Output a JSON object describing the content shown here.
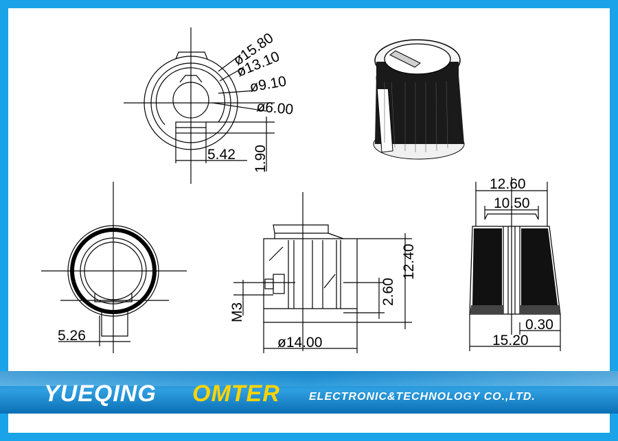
{
  "colors": {
    "border": "#1aa3e8",
    "banner_dark": "#0a7fc8",
    "banner_light": "#6cc6f2",
    "accent": "#ffd400"
  },
  "dimensions": {
    "d1": "ø15.80",
    "d2": "ø13.10",
    "d3": "ø9.10",
    "d4": "ø6.00",
    "w_542": "5.42",
    "h_190": "1.90",
    "w_526": "5.26",
    "h_260": "2.60",
    "h_1240": "12.40",
    "m3": "M3",
    "d_1400": "ø14.00",
    "w_1260": "12.60",
    "w_1050": "10.50",
    "w_030": "0.30",
    "w_1520": "15.20"
  },
  "banner": {
    "brand_white": "YUEQING",
    "brand_yellow": "OMTER",
    "company": "ELECTRONIC&TECHNOLOGY  CO.,LTD."
  }
}
